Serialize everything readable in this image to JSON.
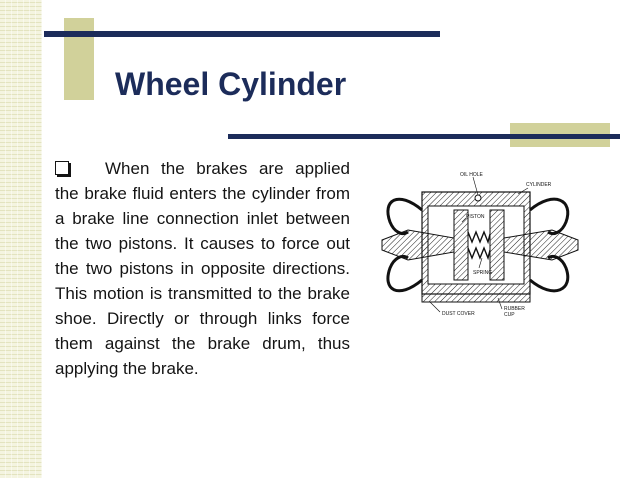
{
  "slide": {
    "title": "Wheel Cylinder",
    "body": "When the brakes are applied the brake fluid enters the cylinder from a brake line connection inlet between the two pistons. It causes to force out the two pistons in opposite directions. This motion is transmitted to the brake shoe. Directly or through links force them against the brake drum, thus applying the brake."
  },
  "diagram": {
    "labels": {
      "oil_hole": "OIL HOLE",
      "cylinder": "CYLINDER",
      "piston": "PISTON",
      "spring": "SPRING",
      "dust_cover": "DUST COVER",
      "rubber": "RUBBER",
      "cup": "CUP"
    }
  },
  "colors": {
    "navy": "#1c2c5a",
    "olive": "#d1d19a"
  }
}
